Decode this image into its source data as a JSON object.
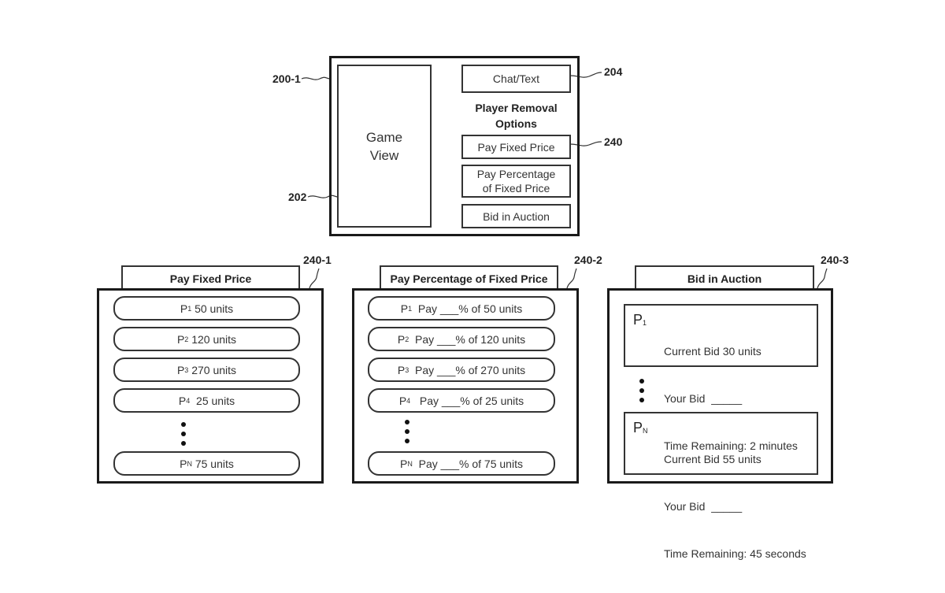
{
  "figure": {
    "device": {
      "ref": "200-1",
      "game_view": {
        "ref": "202",
        "label_line1": "Game",
        "label_line2": "View"
      },
      "chat": {
        "ref": "204",
        "label": "Chat/Text"
      },
      "options_heading_line1": "Player Removal",
      "options_heading_line2": "Options",
      "options_ref": "240",
      "options": [
        {
          "label": "Pay Fixed Price"
        },
        {
          "label_line1": "Pay Percentage",
          "label_line2": "of Fixed Price"
        },
        {
          "label": "Bid in Auction"
        }
      ]
    },
    "panels": [
      {
        "ref": "240-1",
        "tab_label": "Pay Fixed Price",
        "items": [
          {
            "player": "P",
            "sub": "1",
            "text": " 50 units"
          },
          {
            "player": "P",
            "sub": "2",
            "text": " 120 units"
          },
          {
            "player": "P",
            "sub": "3",
            "text": " 270 units"
          },
          {
            "player": "P",
            "sub": "4",
            "text": "  25 units"
          },
          {
            "player": "P",
            "sub": "N",
            "text": " 75 units"
          }
        ]
      },
      {
        "ref": "240-2",
        "tab_label": "Pay Percentage of Fixed Price",
        "items": [
          {
            "player": "P",
            "sub": "1",
            "text": "  Pay ___% of 50 units"
          },
          {
            "player": "P",
            "sub": "2",
            "text": "  Pay ___% of 120 units"
          },
          {
            "player": "P",
            "sub": "3",
            "text": "  Pay ___% of 270 units"
          },
          {
            "player": "P",
            "sub": "4",
            "text": "   Pay ___% of 25 units"
          },
          {
            "player": "P",
            "sub": "N",
            "text": "  Pay ___% of 75 units"
          }
        ]
      },
      {
        "ref": "240-3",
        "tab_label": "Bid in Auction",
        "cards": [
          {
            "player": "P",
            "sub": "1",
            "current_bid": "Current Bid 30 units",
            "your_bid": "Your Bid  _____",
            "time": "Time Remaining: 2 minutes"
          },
          {
            "player": "P",
            "sub": "N",
            "current_bid": "Current Bid 55 units",
            "your_bid": "Your Bid  _____",
            "time": "Time Remaining: 45 seconds"
          }
        ]
      }
    ]
  }
}
